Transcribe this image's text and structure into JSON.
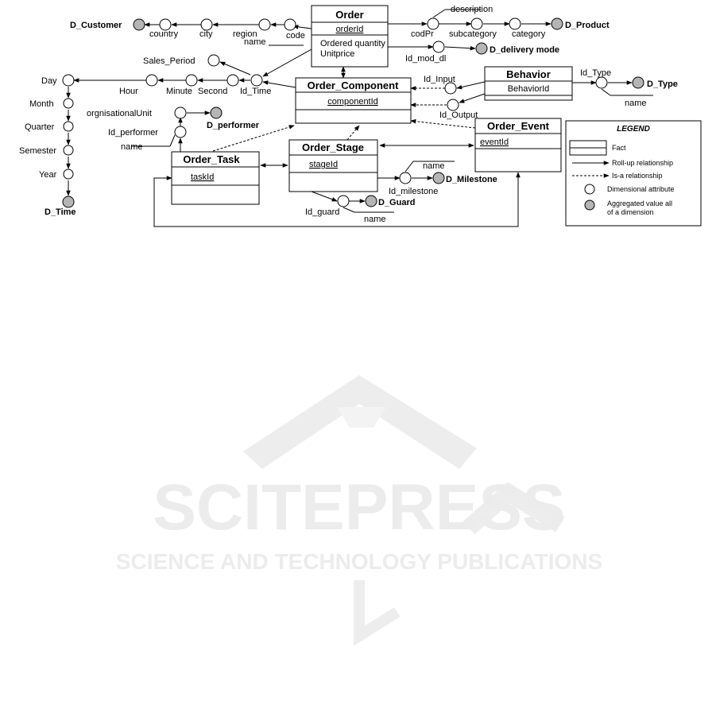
{
  "facts": {
    "order": {
      "title": "Order",
      "key": "orderId",
      "attr1": "Ordered quantity",
      "attr2": "Unitprice"
    },
    "component": {
      "title": "Order_Component",
      "key": "componentId"
    },
    "behavior": {
      "title": "Behavior",
      "key": "BehaviorId"
    },
    "event": {
      "title": "Order_Event",
      "key": "eventId"
    },
    "stage": {
      "title": "Order_Stage",
      "key": "stageId"
    },
    "task": {
      "title": "Order_Task",
      "key": "taskId"
    }
  },
  "attributes": {
    "description": "description",
    "country": "country",
    "city": "city",
    "region": "region",
    "code": "code",
    "name_customer": "name",
    "codPr": "codPr",
    "subcategory": "subcategory",
    "category": "category",
    "id_mod_dl": "Id_mod_dl",
    "sales_period": "Sales_Period",
    "hour": "Hour",
    "minute": "Minute",
    "second": "Second",
    "id_time": "Id_Time",
    "id_input": "Id_Input",
    "id_output": "Id_Output",
    "id_type": "Id_Type",
    "name_type": "name",
    "day": "Day",
    "month": "Month",
    "quarter": "Quarter",
    "semester": "Semester",
    "year": "Year",
    "org_unit": "orgnisationalUnit",
    "id_performer": "Id_performer",
    "name_performer": "name",
    "name_milestone": "name",
    "id_milestone": "Id_milestone",
    "id_guard": "Id_guard",
    "name_guard": "name"
  },
  "dimensions": {
    "customer": "D_Customer",
    "product": "D_Product",
    "delivery": "D_delivery mode",
    "type": "D_Type",
    "performer": "D_performer",
    "time": "D_Time",
    "milestone": "D_Milestone",
    "guard": "D_Guard"
  },
  "legend": {
    "title": "LEGEND",
    "fact": "Fact",
    "rollup": "Roll-up relationship",
    "isa": "Is-a relationship",
    "dimattr": "Dimensional attribute",
    "agg1": "Aggregated value all",
    "agg2": "of a dimension"
  },
  "watermark": {
    "main": "SCITEPRESS",
    "sub": "SCIENCE AND TECHNOLOGY PUBLICATIONS"
  }
}
